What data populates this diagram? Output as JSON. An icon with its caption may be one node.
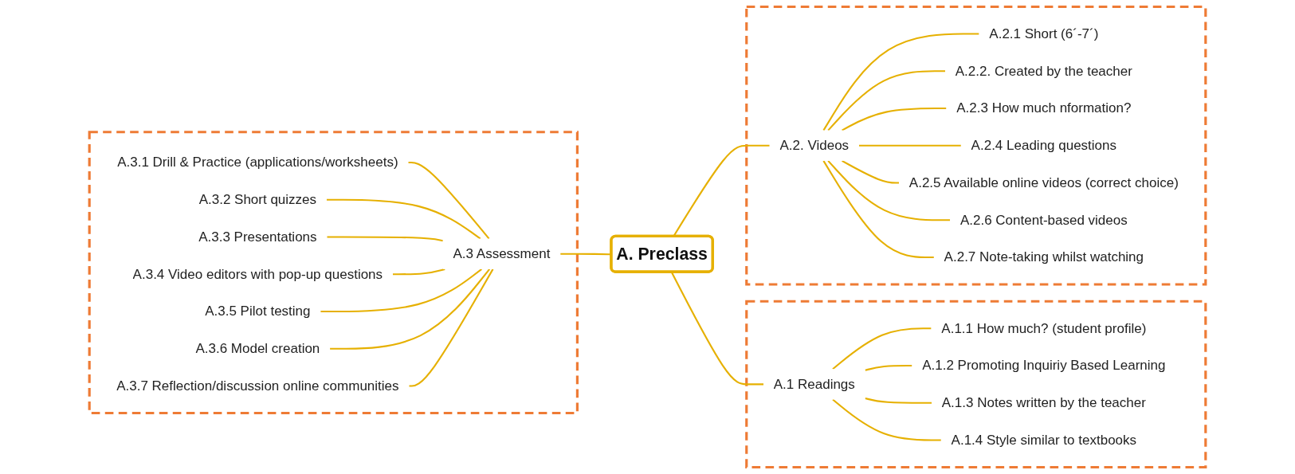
{
  "diagram": {
    "nodes": [
      {
        "text": [],
        "shape": "box"
      },
      {
        "text": [
          "A.3 Assessment"
        ],
        "in": 0
      },
      {
        "text": [
          "A.3.1 Drill & Practice (applications/worksheets)"
        ],
        "in": 0
      },
      {
        "text": [
          "A.3.2 Short quizzes"
        ],
        "in": 0
      },
      {
        "text": [
          "A.3.3 Presentations"
        ],
        "in": 0
      },
      {
        "text": [
          "A.3.4 Video editors with pop-up questions"
        ],
        "in": 0
      },
      {
        "text": [
          "A.3.5 Pilot testing"
        ],
        "in": 0
      },
      {
        "text": [
          "A.3.6 Model creation"
        ],
        "in": 0
      },
      {
        "text": [
          "A.3.7 Reflection/discussion online communities"
        ],
        "in": 0
      },
      {
        "text": [
          "A. Preclass"
        ]
      },
      {
        "text": [],
        "shape": "box"
      },
      {
        "text": [
          "A.1 Readings"
        ],
        "in": 10
      },
      {
        "text": [
          "A.1.1 How much? (student profile)"
        ],
        "in": 10
      },
      {
        "text": [
          "A.1.2 Promoting Inquiriy Based Learning"
        ],
        "in": 10
      },
      {
        "text": [
          "A.1.3 Notes written by the teacher"
        ],
        "in": 10
      },
      {
        "text": [
          "A.1.4 Style similar to textbooks"
        ],
        "in": 10
      },
      {
        "text": [],
        "shape": "box"
      },
      {
        "text": [
          "A.2. Videos"
        ],
        "in": 16
      },
      {
        "text": [
          "A.2.1 Short (6´-7´)"
        ],
        "in": 16
      },
      {
        "text": [
          "A.2.2. Created by the teacher"
        ],
        "in": 16
      },
      {
        "text": [
          "A.2.3 How much nformation?"
        ],
        "in": 16
      },
      {
        "text": [
          "A.2.4 Leading questions"
        ],
        "in": 16
      },
      {
        "text": [
          "A.2.5 Available online videos (correct choice)"
        ],
        "in": 16
      },
      {
        "text": [
          "A.2.6 Content-based videos"
        ],
        "in": 16
      },
      {
        "text": [
          "A.2.7 Note-taking whilst watching"
        ],
        "in": 16
      }
    ],
    "edges": [
      {
        "from": 2,
        "to": 1,
        "arrow": "none"
      },
      {
        "from": 3,
        "to": 1,
        "arrow": "none"
      },
      {
        "from": 4,
        "to": 1,
        "arrow": "none"
      },
      {
        "from": 5,
        "to": 1,
        "arrow": "none"
      },
      {
        "from": 6,
        "to": 1,
        "arrow": "none"
      },
      {
        "from": 7,
        "to": 1,
        "arrow": "none"
      },
      {
        "from": 8,
        "to": 1,
        "arrow": "none"
      },
      {
        "from": 1,
        "to": 9,
        "arrow": "none"
      },
      {
        "from": 9,
        "to": 11,
        "arrow": "none"
      },
      {
        "from": 9,
        "to": 17,
        "arrow": "none"
      },
      {
        "from": 11,
        "to": 12,
        "arrow": "none"
      },
      {
        "from": 11,
        "to": 13,
        "arrow": "none"
      },
      {
        "from": 11,
        "to": 14,
        "arrow": "none"
      },
      {
        "from": 11,
        "to": 15,
        "arrow": "none"
      },
      {
        "from": 17,
        "to": 18,
        "arrow": "none"
      },
      {
        "from": 17,
        "to": 19,
        "arrow": "none"
      },
      {
        "from": 17,
        "to": 20,
        "arrow": "none"
      },
      {
        "from": 17,
        "to": 21,
        "arrow": "none"
      },
      {
        "from": 17,
        "to": 22,
        "arrow": "none"
      },
      {
        "from": 17,
        "to": 23,
        "arrow": "none"
      },
      {
        "from": 17,
        "to": 24,
        "arrow": "none"
      }
    ]
  }
}
